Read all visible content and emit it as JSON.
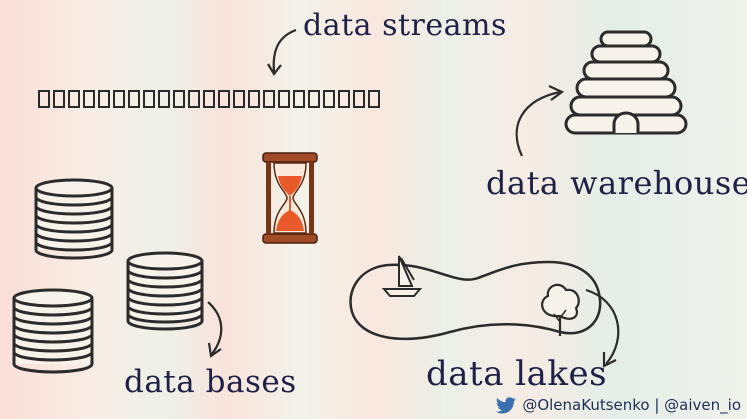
{
  "labels": {
    "data_streams": "data streams",
    "data_warehouses": "data warehouses",
    "data_bases": "data bases",
    "data_lakes": "data lakes"
  },
  "stream_box_count": 23,
  "credits": {
    "handles": "@OlenaKutsenko | @aiven_io",
    "icon": "twitter-bird-icon"
  },
  "icons": [
    "database-stack-icon",
    "hourglass-icon",
    "beehive-warehouse-icon",
    "sailboat-icon",
    "tree-icon"
  ],
  "colors": {
    "ink": "#1f2046",
    "hourglass_wood": "#8b3a1e",
    "hourglass_sand": "#e85a2a",
    "twitter_blue": "#3c6fb0"
  }
}
